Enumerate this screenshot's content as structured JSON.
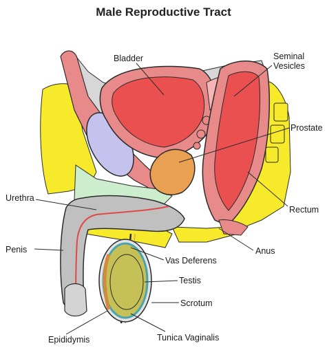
{
  "title": "Male Reproductive Tract",
  "labels": {
    "bladder": "Bladder",
    "seminal_vesicles": "Seminal Vesicles",
    "prostate": "Prostate",
    "rectum": "Rectum",
    "urethra": "Urethra",
    "penis": "Penis",
    "anus": "Anus",
    "vas_deferens": "Vas Deferens",
    "testis": "Testis",
    "scrotum": "Scrotum",
    "epididymis": "Epididymis",
    "tunica_vaginalis": "Tunica Vaginalis"
  },
  "colors": {
    "fat": "#f7ea2b",
    "fat_cells": "#d9c400",
    "tissue_pink": "#e88a8a",
    "organ_red": "#ea5050",
    "organ_light": "#f6b4b4",
    "pubic_bone": "#c5c2ee",
    "muscle_green": "#cdeecd",
    "penis_gray": "#c0c0c0",
    "prostate": "#e9a052",
    "testis": "#c5c157",
    "tunica": "#4aa3b0",
    "outline": "#2a2a2a"
  }
}
